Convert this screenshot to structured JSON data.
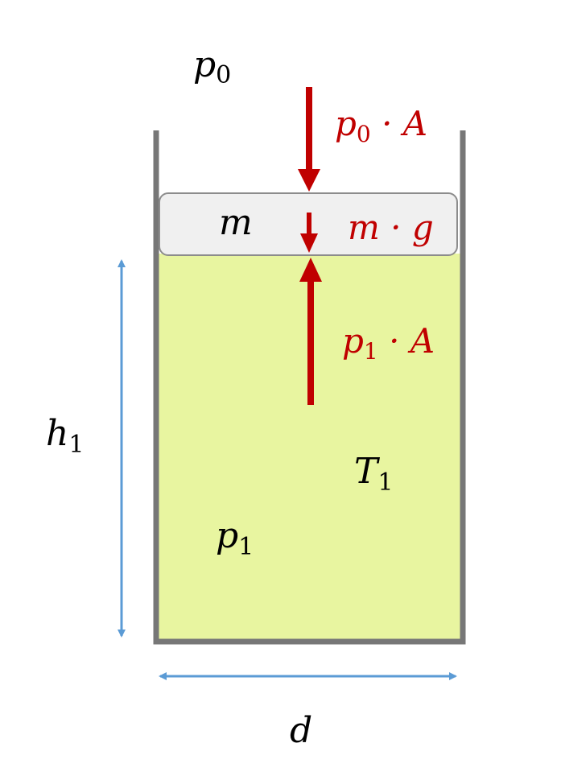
{
  "labels": {
    "ambient_pressure": {
      "base": "p",
      "sub": "0"
    },
    "piston_mass": {
      "base": "m"
    },
    "gas_pressure": {
      "base": "p",
      "sub": "1"
    },
    "gas_temperature": {
      "base": "T",
      "sub": "1"
    },
    "height": {
      "base": "h",
      "sub": "1"
    },
    "diameter": {
      "base": "d"
    }
  },
  "forces": {
    "ambient_force": {
      "base": "p",
      "sub": "0",
      "rest": " · A"
    },
    "weight": {
      "text": "m · g"
    },
    "gas_force": {
      "base": "p",
      "sub": "1",
      "rest": " · A"
    }
  },
  "colors": {
    "force": "#c00000",
    "dimension": "#5b9bd5",
    "gas_fill": "#e8f5a0",
    "piston_fill": "#f0f0f0",
    "wall": "#777777",
    "label": "#000000"
  }
}
